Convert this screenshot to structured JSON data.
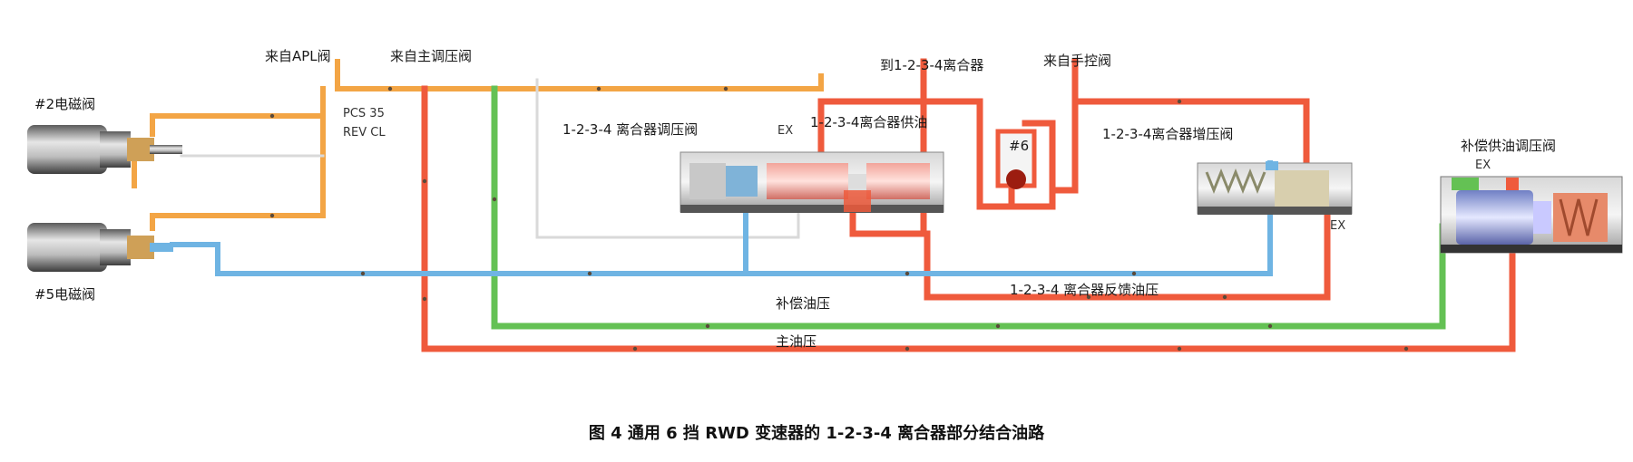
{
  "labels": {
    "from_apl": "来自APL阀",
    "from_main_reg": "来自主调压阀",
    "to_clutch": "到1-2-3-4离合器",
    "from_manual": "来自手控阀",
    "solenoid2": "#2电磁阀",
    "solenoid5": "#5电磁阀",
    "pcs35": "PCS 35",
    "revcl": "REV CL",
    "clutch_reg_valve": "1-2-3-4 离合器调压阀",
    "ex1": "EX",
    "clutch_supply": "1-2-3-4离合器供油",
    "check6": "#6",
    "boost_valve": "1-2-3-4离合器增压阀",
    "ex2": "EX",
    "comp_supply_valve": "补偿供油调压阀",
    "ex3": "EX",
    "feedback": "1-2-3-4 离合器反馈油压",
    "comp_pressure": "补偿油压",
    "main_pressure": "主油压",
    "caption": "图 4  通用 6 挡 RWD 变速器的 1-2-3-4 离合器部分结合油路"
  },
  "colors": {
    "orange_line": "#f3a545",
    "red_line": "#ef5a3c",
    "green_line": "#64c154",
    "blue_line": "#6fb4e3",
    "exhaust_line": "#d9d9d9"
  }
}
